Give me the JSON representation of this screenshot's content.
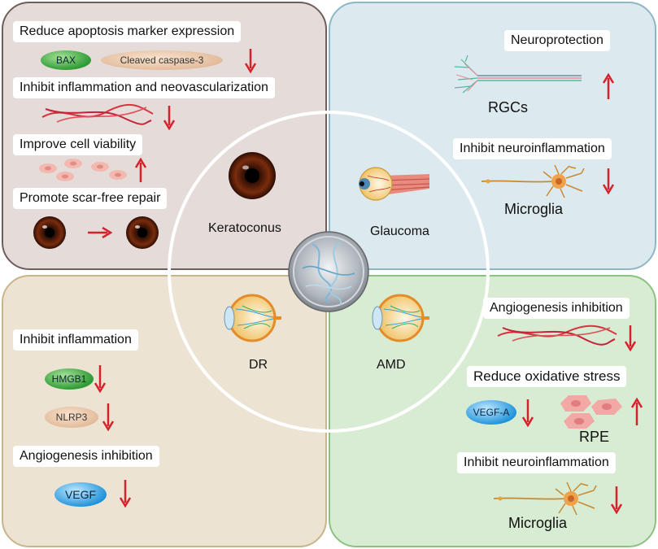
{
  "center": {
    "labels": [
      "Keratoconus",
      "Glaucoma",
      "DR",
      "AMD"
    ]
  },
  "top_left": {
    "items": [
      "Reduce apoptosis marker expression",
      "Inhibit inflammation and neovascularization",
      "Improve cell viability",
      "Promote scar-free repair"
    ],
    "pills": [
      "BAX",
      "Cleaved caspase-3"
    ]
  },
  "top_right": {
    "items": [
      "Neuroprotection",
      "Inhibit neuroinflammation"
    ],
    "captions": [
      "RGCs",
      "Microglia"
    ]
  },
  "bottom_left": {
    "items": [
      "Inhibit inflammation",
      "Angiogenesis inhibition"
    ],
    "pills": [
      "HMGB1",
      "NLRP3",
      "VEGF"
    ]
  },
  "bottom_right": {
    "items": [
      "Angiogenesis inhibition",
      "Reduce oxidative stress",
      "Inhibit neuroinflammation"
    ],
    "pills": [
      "VEGF-A"
    ],
    "captions": [
      "RPE",
      "Microglia"
    ]
  },
  "colors": {
    "arrow": "#d6212b",
    "top_left_bg": "#e5dbd9",
    "top_right_bg": "#dceaf0",
    "bottom_left_bg": "#ede3d2",
    "bottom_right_bg": "#d8ecd3"
  }
}
